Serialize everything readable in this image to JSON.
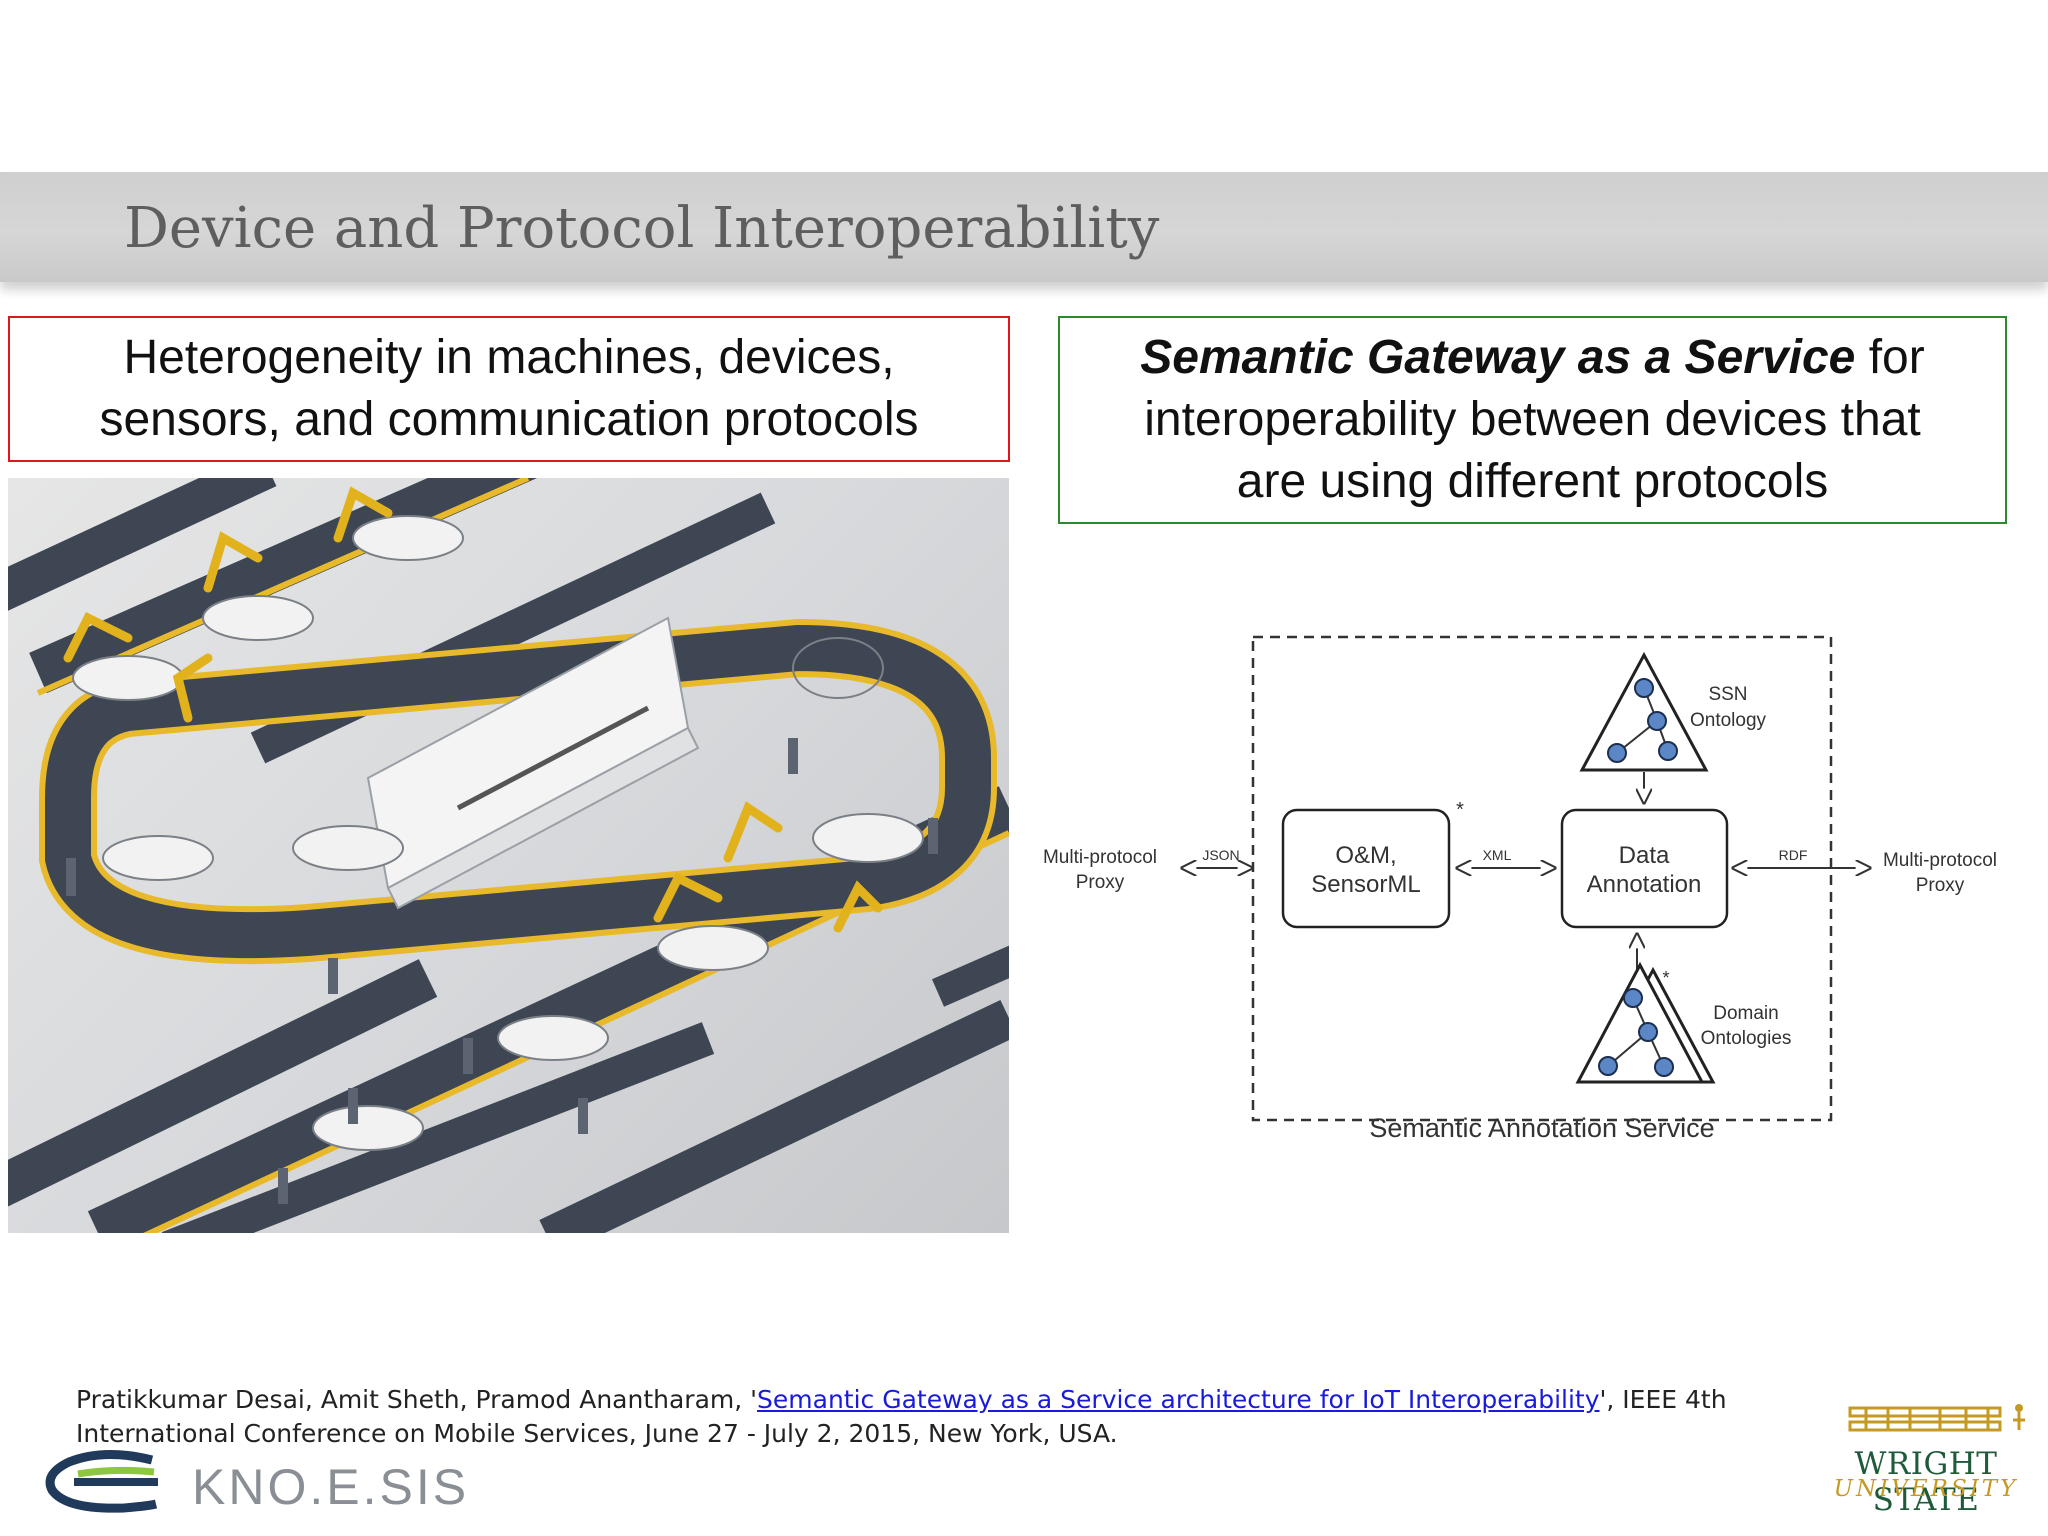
{
  "slide": {
    "title": "Device and Protocol Interoperability",
    "left_box": {
      "line1": "Heterogeneity in machines, devices,",
      "line2": "sensors, and communication protocols"
    },
    "right_box": {
      "emphasis": "Semantic Gateway as a Service",
      "line1_rest": " for",
      "line2": "interoperability between devices that",
      "line3": "are using different protocols"
    },
    "colors": {
      "left_border": "#e0161c",
      "right_border": "#2c8a2c",
      "title_band": "#d3d3d3",
      "link": "#1a1adb"
    }
  },
  "diagram": {
    "left_proxy_line1": "Multi-protocol",
    "left_proxy_line2": "Proxy",
    "right_proxy_line1": "Multi-protocol",
    "right_proxy_line2": "Proxy",
    "json_label": "JSON",
    "xml_label": "XML",
    "rdf_label": "RDF",
    "om_line1": "O&M,",
    "om_line2": "SensorML",
    "data_line1": "Data",
    "data_line2": "Annotation",
    "ssn_line1": "SSN",
    "ssn_line2": "Ontology",
    "domain_line1": "Domain",
    "domain_line2": "Ontologies",
    "asterisk": "*",
    "caption": "Semantic Annotation Service"
  },
  "citation": {
    "authors": "Pratikkumar Desai, Amit Sheth, Pramod Anantharam, '",
    "link_text": "Semantic Gateway as a Service architecture for IoT Interoperability",
    "rest": "', IEEE 4th International Conference on Mobile Services, June 27 - July 2, 2015, New York, USA."
  },
  "logos": {
    "kno_text": "KNO.E.SIS",
    "wsu_name": "WRIGHT STATE",
    "wsu_sub": "UNIVERSITY"
  }
}
